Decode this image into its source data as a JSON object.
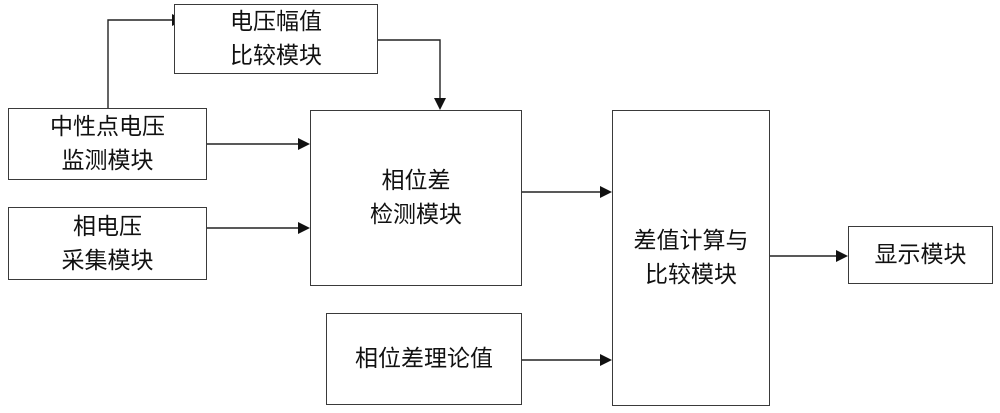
{
  "diagram": {
    "blocks": {
      "voltage_amplitude": {
        "line1": "电压幅值",
        "line2": "比较模块"
      },
      "neutral_voltage": {
        "line1": "中性点电压",
        "line2": "监测模块"
      },
      "phase_voltage": {
        "line1": "相电压",
        "line2": "采集模块"
      },
      "phase_diff_detect": {
        "line1": "相位差",
        "line2": "检测模块"
      },
      "phase_diff_theory": {
        "line1": "相位差理论值"
      },
      "diff_calc": {
        "line1": "差值计算与",
        "line2": "比较模块"
      },
      "display": {
        "line1": "显示模块"
      }
    }
  }
}
